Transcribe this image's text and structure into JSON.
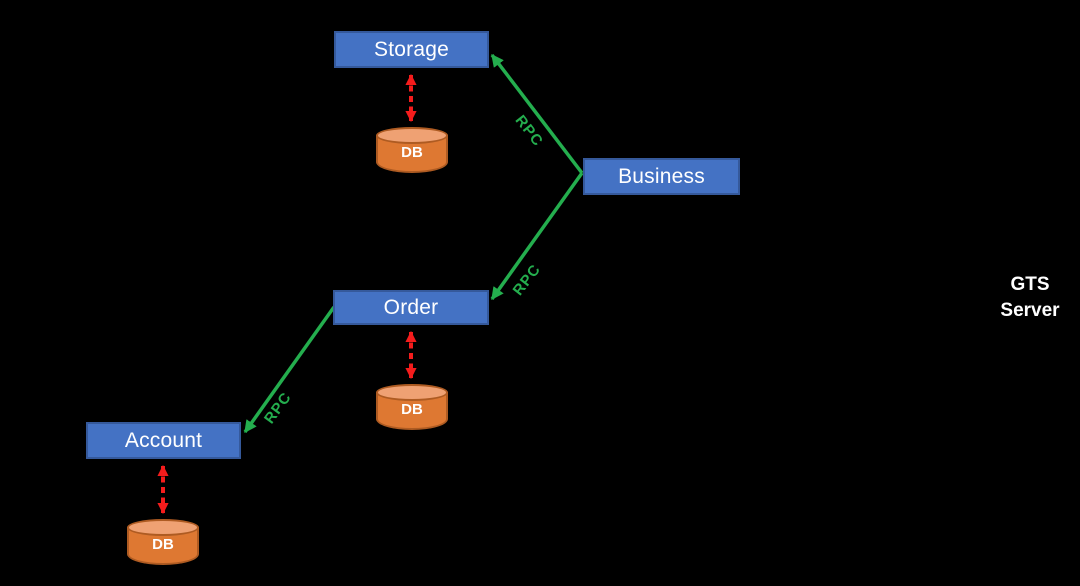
{
  "colors": {
    "background": "#000000",
    "node_fill": "#4472C4",
    "node_border": "#35599B",
    "node_text": "#FFFFFF",
    "db_fill": "#DE7832",
    "db_top_fill": "#EFA173",
    "db_border": "#AE5B22",
    "db_text": "#FFFFFF",
    "rpc_color": "#24AE4E",
    "db_link_color": "#F41C1C",
    "annotation_text": "#FFFFFF"
  },
  "nodes": {
    "storage": {
      "label": "Storage"
    },
    "business": {
      "label": "Business"
    },
    "order": {
      "label": "Order"
    },
    "account": {
      "label": "Account"
    }
  },
  "databases": {
    "storage_db": {
      "label": "DB"
    },
    "order_db": {
      "label": "DB"
    },
    "account_db": {
      "label": "DB"
    }
  },
  "edges": {
    "business_storage": {
      "label": "RPC",
      "type": "rpc-arrow"
    },
    "business_order": {
      "label": "RPC",
      "type": "rpc-arrow"
    },
    "order_account": {
      "label": "RPC",
      "type": "rpc-arrow"
    }
  },
  "annotations": {
    "gts_server": {
      "line1": "GTS",
      "line2": "Server"
    }
  }
}
